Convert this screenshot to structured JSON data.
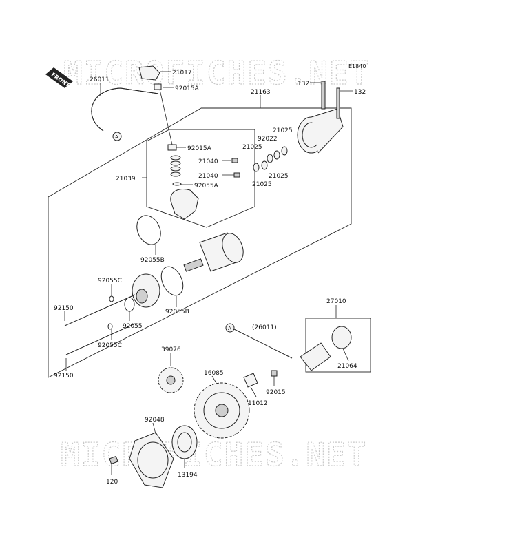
{
  "watermark": "MICROFICHES.NET",
  "diagram_code": "E1840",
  "front_label": "FRONT",
  "callouts": {
    "c21017": "21017",
    "c26011": "26011",
    "c92015A_top": "92015A",
    "c21163": "21163",
    "c132_left": "132",
    "c132_right": "132",
    "c21025_a": "21025",
    "c92022": "92022",
    "c21025_b": "21025",
    "c21025_c": "21025",
    "c21025_d": "21025",
    "c92015A_mid": "92015A",
    "c21040_a": "21040",
    "c21040_b": "21040",
    "c21039": "21039",
    "c92055A": "92055A",
    "c92055B_a": "92055B",
    "c92055B_b": "92055B",
    "c92055C_a": "92055C",
    "c92055C_b": "92055C",
    "c92150_a": "92150",
    "c92150_b": "92150",
    "c92055": "92055",
    "c27010": "27010",
    "c26011_ref": "(26011)",
    "c21064": "21064",
    "c39076": "39076",
    "c16085": "16085",
    "c92015": "92015",
    "c11012": "11012",
    "c92048": "92048",
    "c13194": "13194",
    "c120": "120",
    "ref_a_top": "A",
    "ref_a_bottom": "A"
  }
}
